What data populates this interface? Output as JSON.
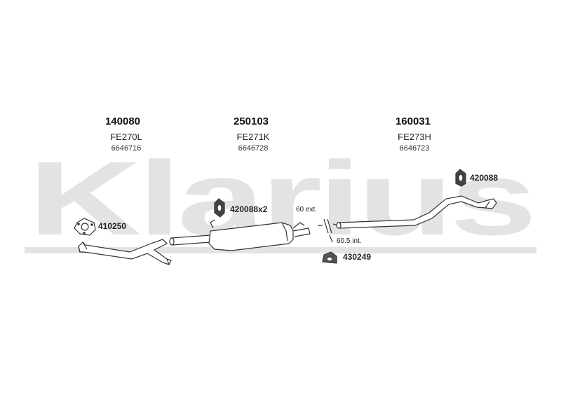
{
  "watermark": {
    "text": "Klarius",
    "color": "#e3e3e3"
  },
  "sections": [
    {
      "part_number": "140080",
      "code": "FE270L",
      "reference": "6646716"
    },
    {
      "part_number": "250103",
      "code": "FE271K",
      "reference": "6646728"
    },
    {
      "part_number": "160031",
      "code": "FE273H",
      "reference": "6646723"
    }
  ],
  "accessories": {
    "gasket": "410250",
    "rubber_mount_left": "420088x2",
    "rubber_mount_right": "420088",
    "clamp": "430249"
  },
  "dimensions": {
    "external": "60 ext.",
    "internal": "60.5 int."
  },
  "colors": {
    "line": "#333333",
    "part_fill": "#ffffff",
    "mount_fill": "#444444"
  }
}
